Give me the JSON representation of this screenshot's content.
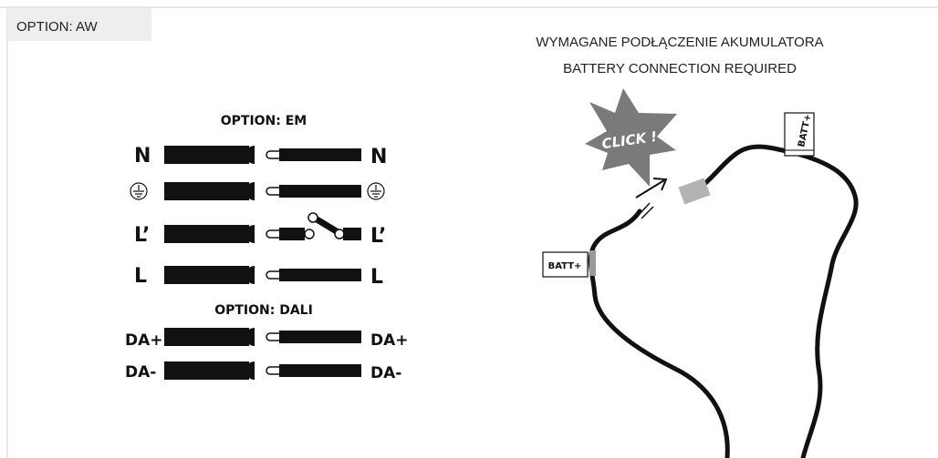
{
  "option_tab": "OPTION: AW",
  "em_header": "OPTION: EM",
  "dali_header": "OPTION: DALI",
  "em_rows": [
    {
      "left": "N",
      "right": "N",
      "icon": "ground-icon-none"
    },
    {
      "left": "",
      "right": "",
      "icon": "earth-ground-icon"
    },
    {
      "left": "L’",
      "right": "L’",
      "icon": "switch-icon"
    },
    {
      "left": "L",
      "right": "L",
      "icon": "none"
    }
  ],
  "dali_rows": [
    {
      "left": "DA+",
      "right": "DA+"
    },
    {
      "left": "DA-",
      "right": "DA-"
    }
  ],
  "battery_caption_pl": "WYMAGANE PODŁĄCZENIE AKUMULATORA",
  "battery_caption_en": "BATTERY CONNECTION REQUIRED",
  "click_label": "CLICK !",
  "batt_label_left": "BATT+",
  "batt_label_right": "BATT+",
  "colors": {
    "tab_bg": "#eeeeee",
    "wire": "#111111",
    "burst": "#7a7a7a",
    "plug": "#b3b3b3"
  }
}
